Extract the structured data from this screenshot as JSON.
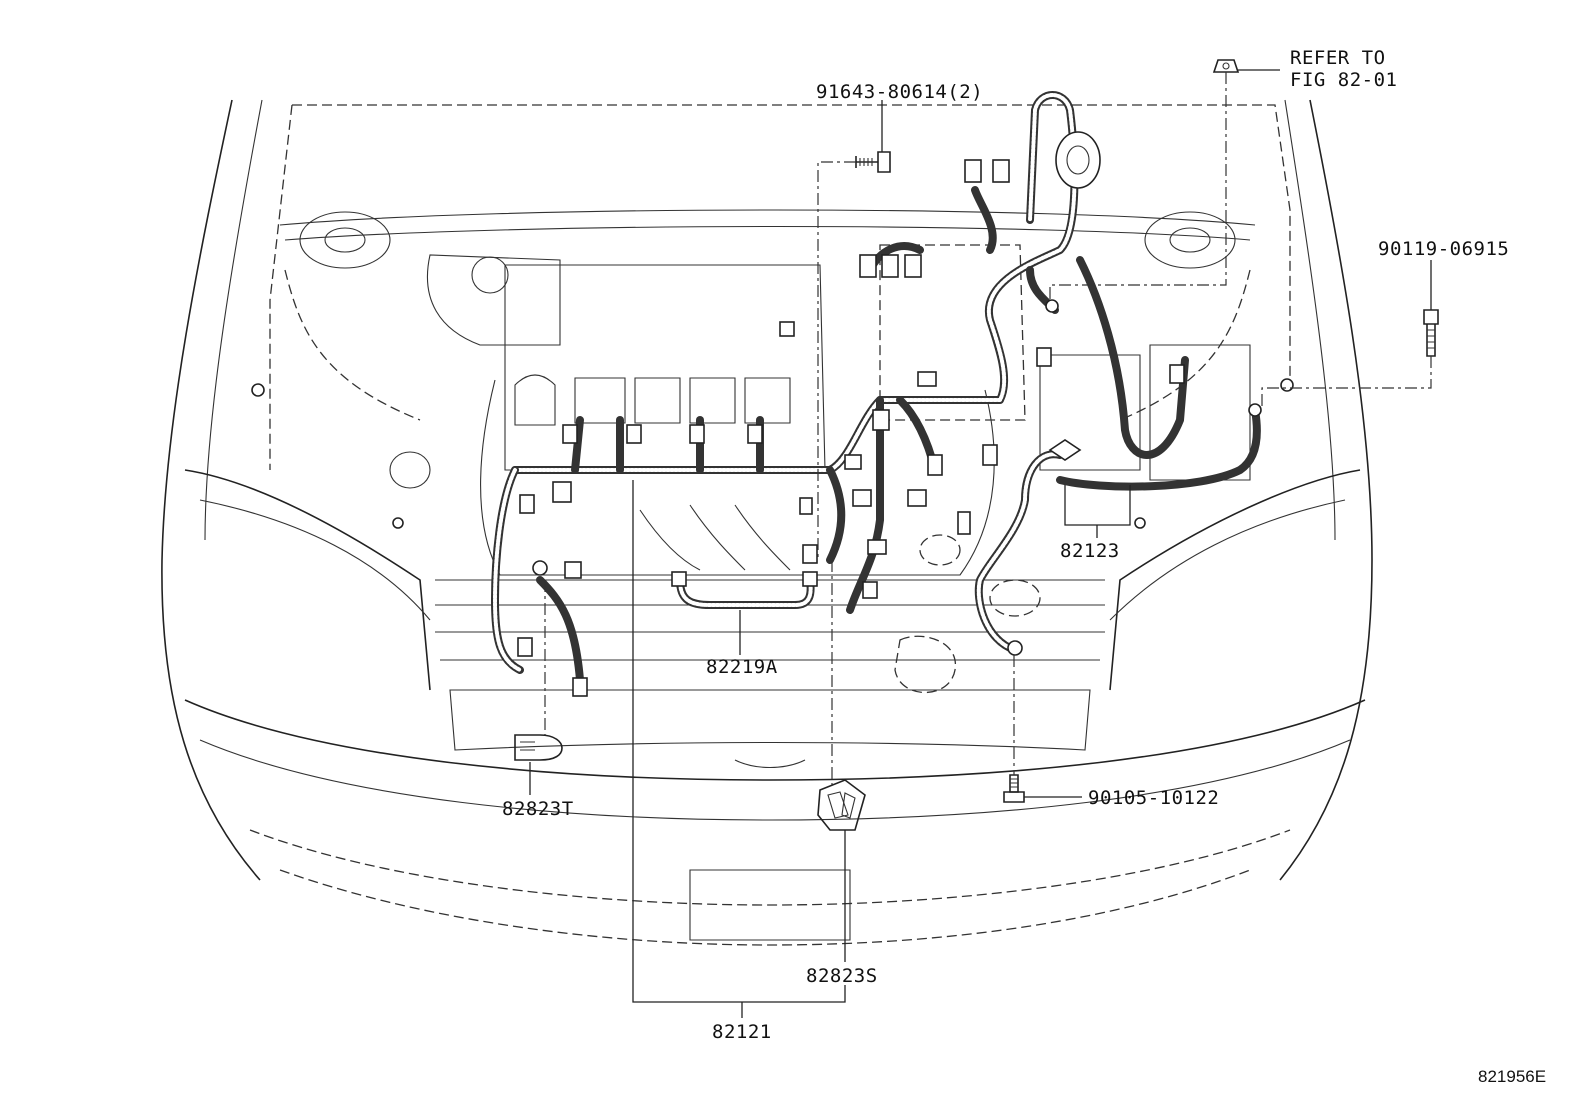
{
  "labels": {
    "refer_line1": "REFER TO",
    "refer_line2": "FIG 82-01",
    "bolt_top": "91643-80614(2)",
    "bolt_right": "90119-06915",
    "battery_cable": "82123",
    "sub_harness": "82219A",
    "relay_left": "82823T",
    "bolt_bottom": "90105-10122",
    "relay_block": "82823S",
    "main_harness": "82121",
    "figure_number": "821956E"
  },
  "colors": {
    "line": "#222222",
    "background": "#ffffff"
  }
}
